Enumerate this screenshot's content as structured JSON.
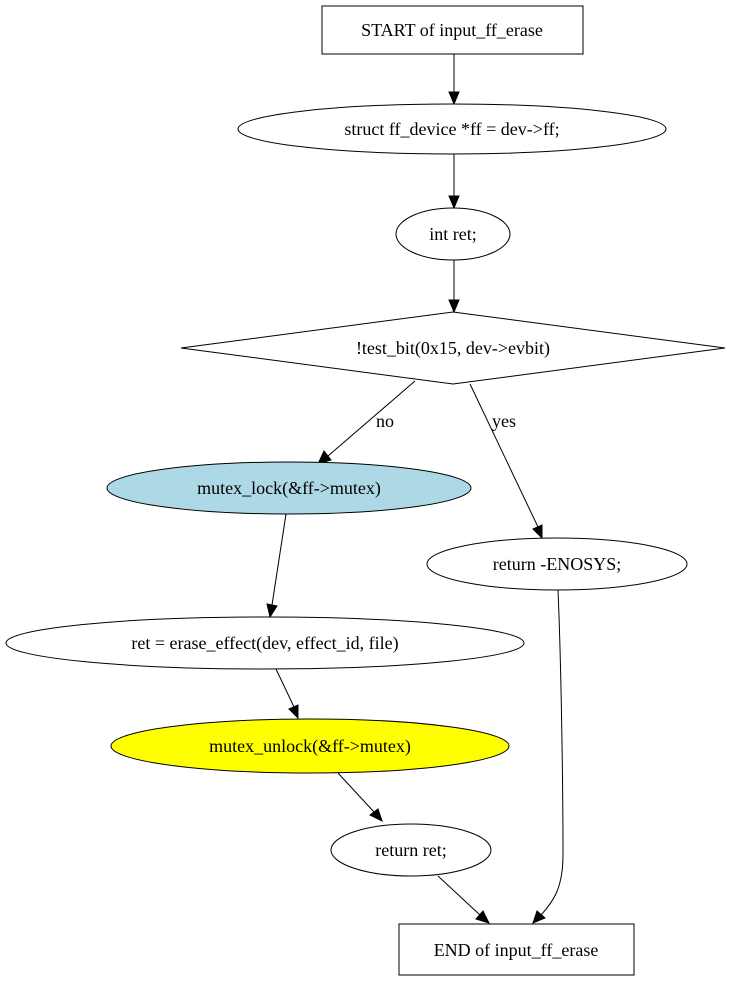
{
  "diagram": {
    "nodes": {
      "start": {
        "label": "START of input_ff_erase",
        "shape": "box"
      },
      "decl_ff": {
        "label": "struct ff_device *ff = dev->ff;",
        "shape": "ellipse"
      },
      "decl_ret": {
        "label": "int ret;",
        "shape": "ellipse"
      },
      "check": {
        "label": "!test_bit(0x15, dev->evbit)",
        "shape": "diamond"
      },
      "lock": {
        "label": "mutex_lock(&ff->mutex)",
        "shape": "ellipse",
        "fill": "#add8e6"
      },
      "enosys": {
        "label": "return -ENOSYS;",
        "shape": "ellipse"
      },
      "erase": {
        "label": "ret = erase_effect(dev, effect_id, file)",
        "shape": "ellipse"
      },
      "unlock": {
        "label": "mutex_unlock(&ff->mutex)",
        "shape": "ellipse",
        "fill": "#ffff00"
      },
      "ret": {
        "label": "return ret;",
        "shape": "ellipse"
      },
      "end": {
        "label": "END of input_ff_erase",
        "shape": "box"
      }
    },
    "edges": {
      "no_label": "no",
      "yes_label": "yes"
    }
  }
}
